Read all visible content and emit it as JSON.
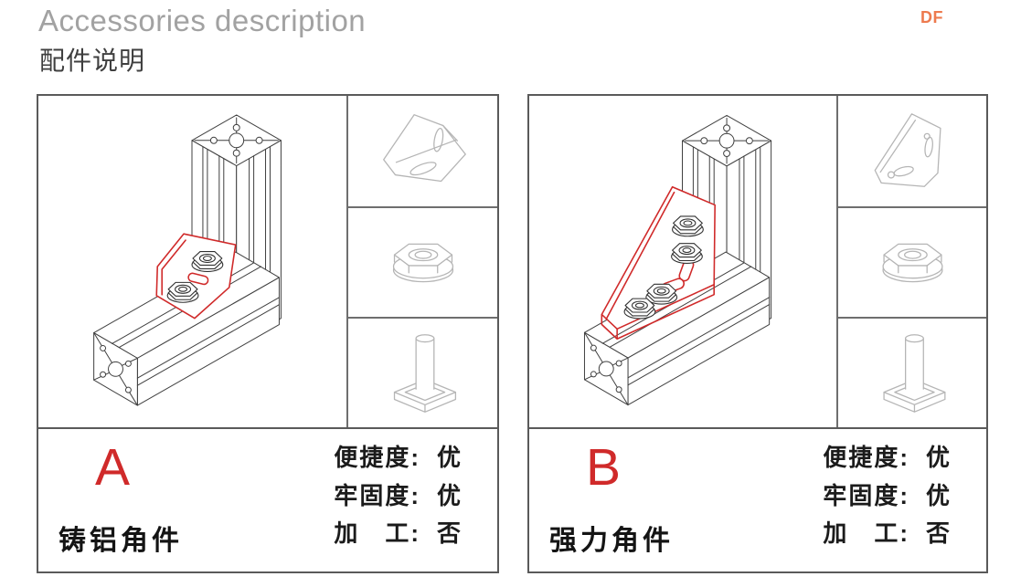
{
  "header": {
    "title": "Accessories description",
    "subtitle": "配件说明",
    "brand": "DF"
  },
  "colors": {
    "accent_red": "#d02a2a",
    "brand_orange": "#ed7a4e",
    "title_gray": "#a2a2a2",
    "drawing_line": "#3f3f3f",
    "icon_line": "#b5b5b5",
    "panel_border": "#5a5a5a"
  },
  "panels": [
    {
      "letter": "A",
      "name": "铸铝角件",
      "drawing": "profile-corner-joint-with-cast-corner-bracket",
      "parts": [
        "corner-bracket-icon",
        "flange-nut-icon",
        "t-bolt-icon"
      ],
      "specs": [
        {
          "label": "便捷度:",
          "value": "优"
        },
        {
          "label": "牢固度:",
          "value": "优"
        },
        {
          "label": "加　工:",
          "value": "否"
        }
      ]
    },
    {
      "letter": "B",
      "name": "强力角件",
      "drawing": "profile-corner-joint-with-gusset-bracket",
      "parts": [
        "gusset-bracket-icon",
        "flange-nut-icon",
        "t-bolt-icon"
      ],
      "specs": [
        {
          "label": "便捷度:",
          "value": "优"
        },
        {
          "label": "牢固度:",
          "value": "优"
        },
        {
          "label": "加　工:",
          "value": "否"
        }
      ]
    }
  ]
}
